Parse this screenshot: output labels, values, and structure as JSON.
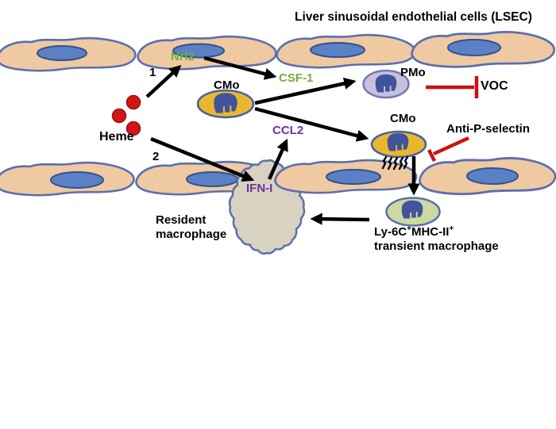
{
  "title": "Liver sinusoidal endothelial cells (LSEC)",
  "labels": {
    "nrf2": "Nrf2",
    "csf1": "CSF-1",
    "ccl2": "CCL2",
    "ifn1": "IFN-I",
    "heme": "Heme",
    "step1": "1",
    "step2": "2",
    "cmo_top": "CMo",
    "cmo_adherent": "CMo",
    "pmo": "PMo",
    "voc": "VOC",
    "anti_p_selectin": "Anti-P-selectin"
  },
  "resident": {
    "line1": "Resident",
    "line2": "macrophage"
  },
  "transient": {
    "part1": "Ly-6C",
    "sup1": "+",
    "part2": "MHC-II",
    "sup2": "+",
    "line2": "transient macrophage"
  },
  "colors": {
    "endothelial_fill": "#eec9a2",
    "endothelial_border": "#5b6fae",
    "nucleus_fill": "#5c80c6",
    "nucleus_border": "#33508e",
    "monocyte_fill": "#e9b72f",
    "monocyte_border": "#4a5fa5",
    "patrolling_fill": "#c7c1de",
    "patrolling_border": "#7878ae",
    "transient_fill": "#ccd9a0",
    "macrophage_fill": "#d7d3c0",
    "immune_nucleus": "#41549b",
    "heme_red": "#d41414",
    "inhibit_red": "#cc1111",
    "green_text": "#6fae3f",
    "purple_text": "#7030a0",
    "arrow_black": "#000000"
  }
}
